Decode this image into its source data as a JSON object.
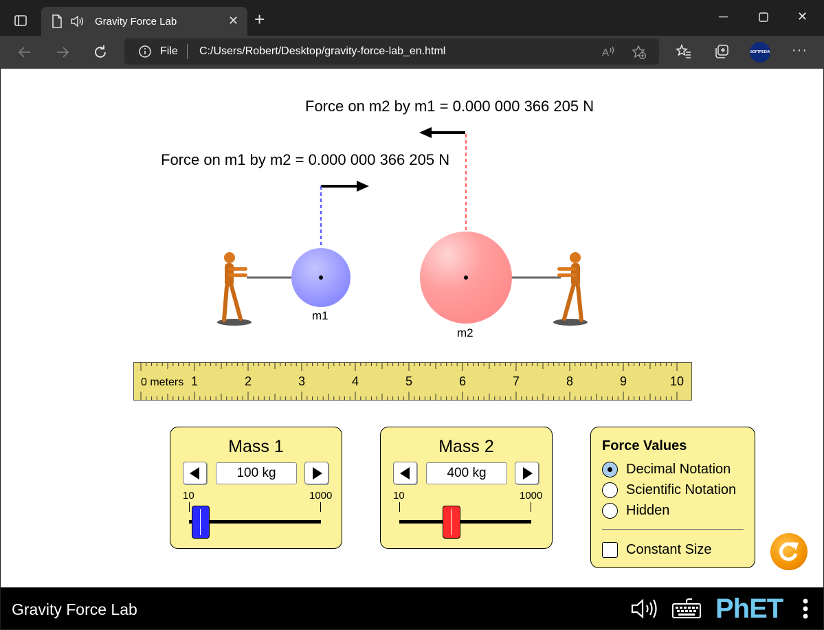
{
  "browser": {
    "tab_title": "Gravity Force Lab",
    "address_scheme": "File",
    "address_url": "C:/Users/Robert/Desktop/gravity-force-lab_en.html",
    "profile_badge": "SOFTPEDIA",
    "icons": [
      "tab-actions-icon",
      "page-icon",
      "speaker-icon",
      "close-icon",
      "new-tab-icon",
      "minimize-icon",
      "maximize-icon",
      "window-close-icon",
      "back-icon",
      "forward-icon",
      "refresh-icon",
      "info-icon",
      "read-aloud-icon",
      "add-favorite-icon",
      "favorites-icon",
      "collections-icon",
      "more-icon"
    ]
  },
  "sim": {
    "force_on_m2_label": "Force on m2 by m1 = 0.000 000 366 205 N",
    "force_on_m1_label": "Force on m1 by m2 = 0.000 000 366 205 N",
    "m1_label": "m1",
    "m2_label": "m2",
    "m1_color": "#9c9cff",
    "m2_color": "#ff9c9c",
    "ruler": {
      "unit_label": "0 meters",
      "tick_labels": [
        "1",
        "2",
        "3",
        "4",
        "5",
        "6",
        "7",
        "8",
        "9",
        "10"
      ]
    },
    "mass1_panel": {
      "title": "Mass 1",
      "value": "100 kg",
      "min_label": "10",
      "max_label": "1000",
      "fraction": 0.091,
      "thumb_color": "#2a2aff"
    },
    "mass2_panel": {
      "title": "Mass 2",
      "value": "400 kg",
      "min_label": "10",
      "max_label": "1000",
      "fraction": 0.394,
      "thumb_color": "#ff2a2a"
    },
    "force_values_panel": {
      "title": "Force Values",
      "options": [
        "Decimal Notation",
        "Scientific Notation",
        "Hidden"
      ],
      "selected": "Decimal Notation",
      "constant_size_label": "Constant Size",
      "constant_size_checked": false
    }
  },
  "navbar": {
    "title": "Gravity Force Lab",
    "logo_text": "PhET",
    "icons": [
      "sound-icon",
      "keyboard-icon",
      "phet-logo",
      "phet-menu-icon"
    ]
  },
  "colors": {
    "panel_bg": "#fbf29b",
    "ruler_bg": "#ede07a",
    "reset_button": "#f39200"
  }
}
